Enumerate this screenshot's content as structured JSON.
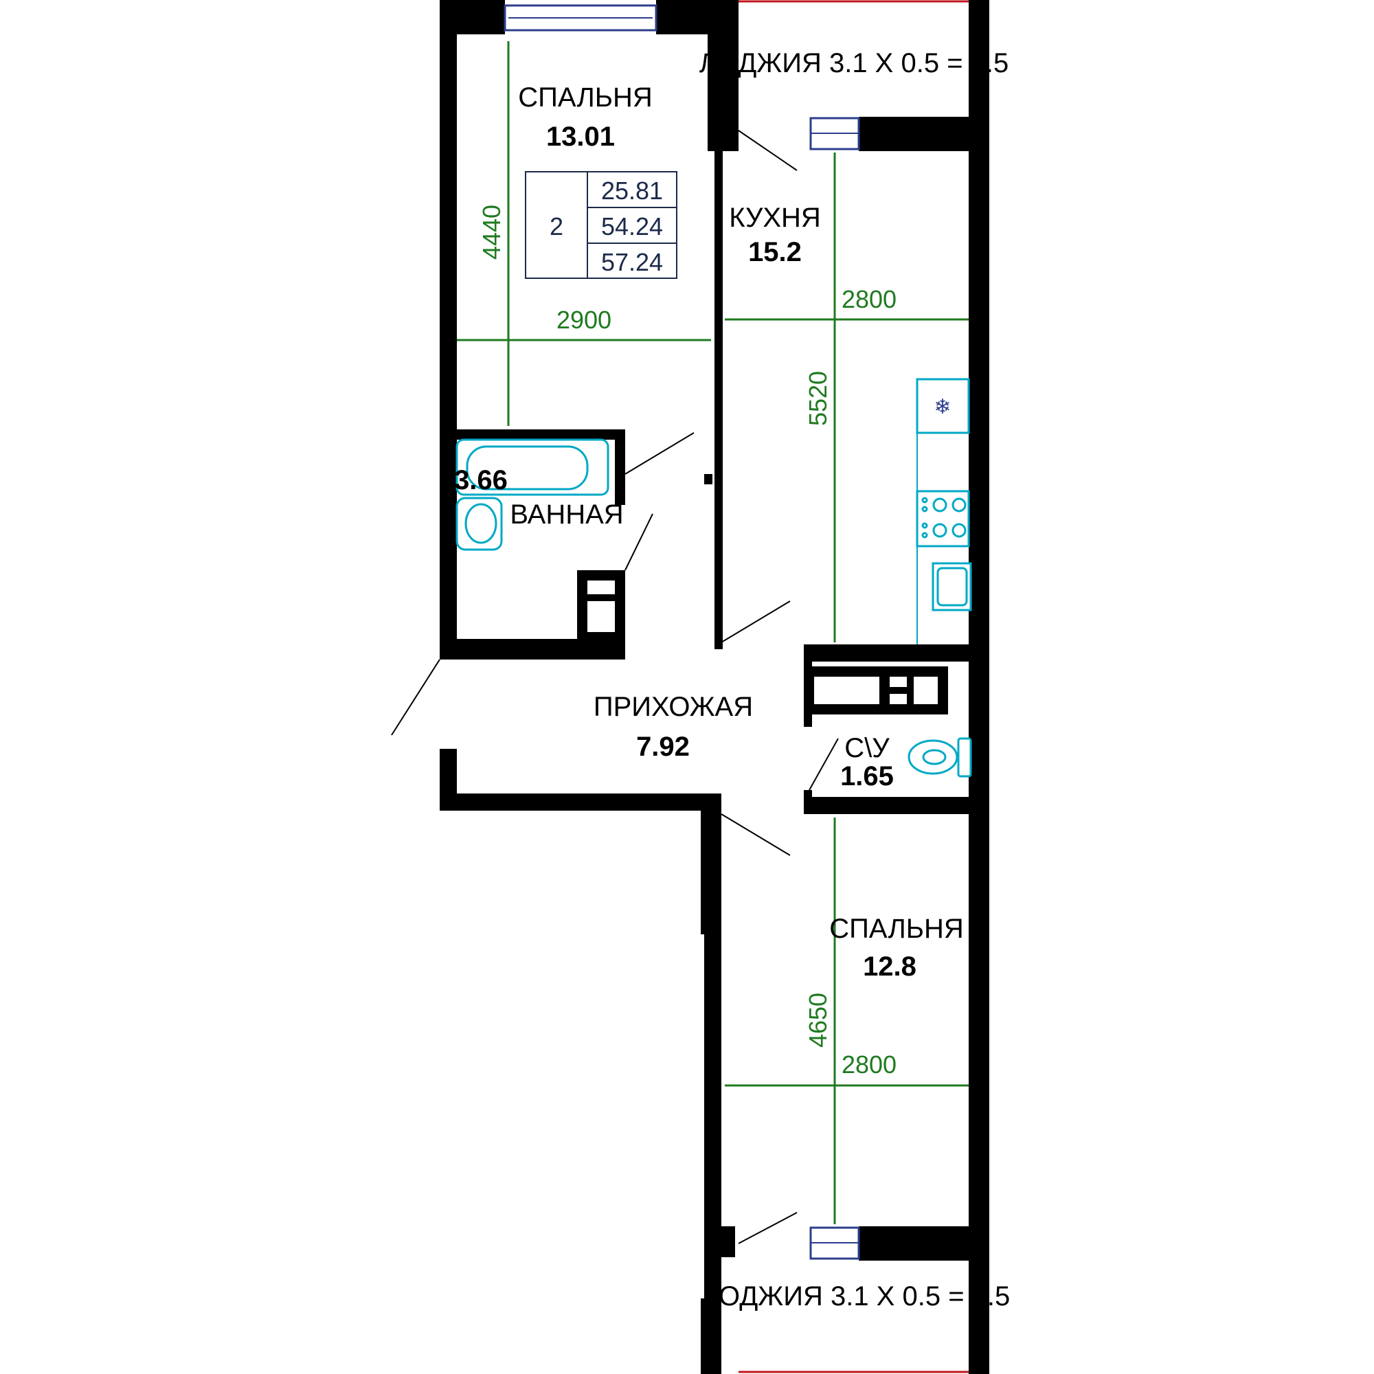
{
  "colors": {
    "wall": "#000000",
    "dimension": "#1f7a1f",
    "fixture": "#00a9c6",
    "window": "#2c3e8c",
    "loggia_edge": "#c0151b",
    "table_text": "#1b2a4a"
  },
  "summary": {
    "rooms": "2",
    "living_area": "25.81",
    "total_area": "54.24",
    "total_with_loggia": "57.24"
  },
  "rooms": {
    "bedroom1": {
      "name": "СПАЛЬНЯ",
      "area": "13.01"
    },
    "kitchen": {
      "name": "КУХНЯ",
      "area": "15.2"
    },
    "bathroom": {
      "name": "ВАННАЯ",
      "area": "3.66"
    },
    "hall": {
      "name": "ПРИХОЖАЯ",
      "area": "7.92"
    },
    "wc": {
      "name": "С\\У",
      "area": "1.65"
    },
    "bedroom2": {
      "name": "СПАЛЬНЯ",
      "area": "12.8"
    }
  },
  "loggias": {
    "top": "ЛОДЖИЯ 3.1 Х 0.5 = 1.5",
    "bottom": "ЛОДЖИЯ 3.1 Х 0.5 = 1.5"
  },
  "dimensions": {
    "bedroom1_height": "4440",
    "bedroom1_width": "2900",
    "kitchen_width": "2800",
    "kitchen_height": "5520",
    "bedroom2_height": "4650",
    "bedroom2_width": "2800"
  },
  "icons": [
    "bathtub-icon",
    "washbasin-icon",
    "washing-machine-icon",
    "fridge-snowflake-icon",
    "stove-icon",
    "kitchen-sink-icon",
    "toilet-icon",
    "window-icon"
  ]
}
